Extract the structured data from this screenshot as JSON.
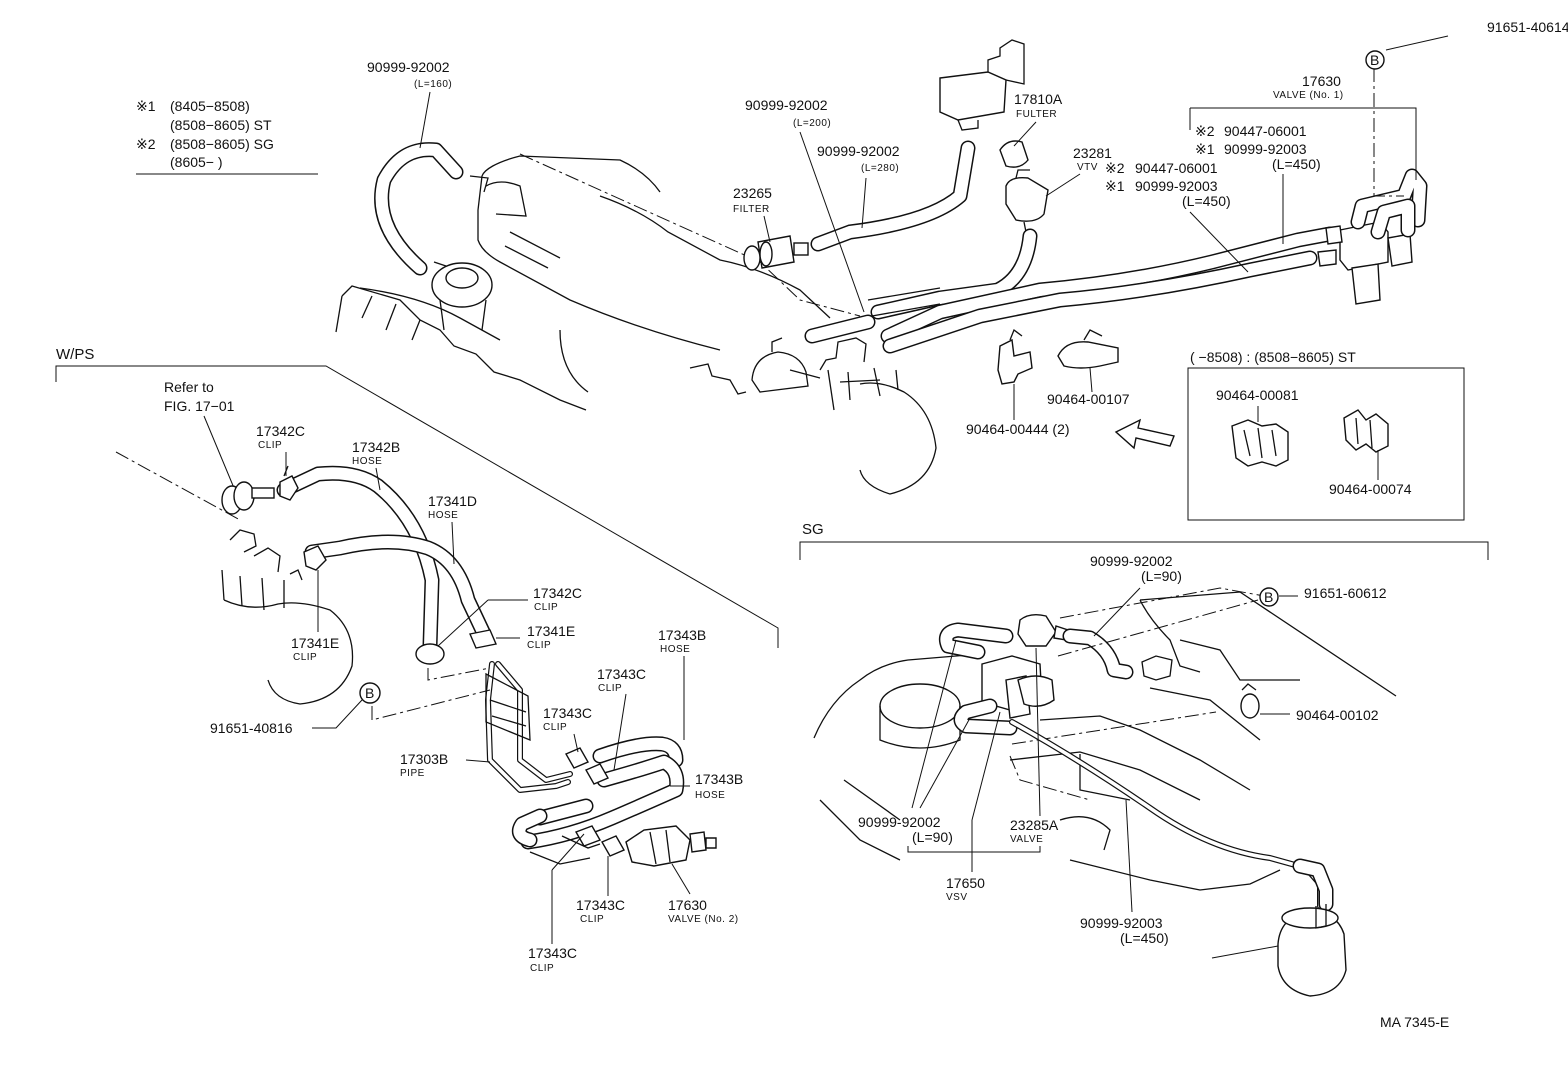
{
  "legend": {
    "row1": {
      "mark": "※1",
      "text": "(8405−8508)"
    },
    "row2": {
      "mark": "",
      "text": "(8508−8605) ST"
    },
    "row3": {
      "mark": "※2",
      "text": "(8508−8605) SG"
    },
    "row4": {
      "mark": "",
      "text": "(8605−        )"
    }
  },
  "sections": {
    "wps": "W/PS",
    "sg": "SG"
  },
  "reference": {
    "line1": "Refer to",
    "line2": "FIG. 17−01"
  },
  "inset": {
    "heading": "(        −8508) : (8508−8605) ST"
  },
  "circle_b": "B",
  "drawing_no": "MA 7345-E",
  "labels": {
    "hose_160": {
      "num": "90999-92002",
      "sub": "(L=160)"
    },
    "hose_200": {
      "num": "90999-92002",
      "sub": "(L=200)"
    },
    "hose_280": {
      "num": "90999-92002",
      "sub": "(L=280)"
    },
    "filter_23265": {
      "num": "23265",
      "sub": "FILTER"
    },
    "fulter_17810a": {
      "num": "17810A",
      "sub": "FULTER"
    },
    "vtv_23281": {
      "num": "23281",
      "sub": "VTV"
    },
    "mid_ref1": {
      "mark": "※2",
      "num": "90447-06001"
    },
    "mid_ref2": {
      "mark": "※1",
      "num": "90999-92003",
      "sub": "(L=450)"
    },
    "right_ref1": {
      "mark": "※2",
      "num": "90447-06001"
    },
    "right_ref2": {
      "mark": "※1",
      "num": "90999-92003",
      "sub": "(L=450)"
    },
    "valve_17630": {
      "num": "17630",
      "sub": "VALVE (No. 1)"
    },
    "part_91651_40614": {
      "num": "91651-40614"
    },
    "clip_90464_00107": {
      "num": "90464-00107"
    },
    "clip_90464_00444": {
      "num": "90464-00444 (2)"
    },
    "clip_90464_00081": {
      "num": "90464-00081"
    },
    "clip_90464_00074": {
      "num": "90464-00074"
    },
    "clip_17342c_a": {
      "num": "17342C",
      "sub": "CLIP"
    },
    "hose_17342b": {
      "num": "17342B",
      "sub": "HOSE"
    },
    "hose_17341d": {
      "num": "17341D",
      "sub": "HOSE"
    },
    "clip_17342c_b": {
      "num": "17342C",
      "sub": "CLIP"
    },
    "clip_17341e_a": {
      "num": "17341E",
      "sub": "CLIP"
    },
    "clip_17341e_b": {
      "num": "17341E",
      "sub": "CLIP"
    },
    "part_91651_40816": {
      "num": "91651-40816"
    },
    "hose_17343b_a": {
      "num": "17343B",
      "sub": "HOSE"
    },
    "clip_17343c_a": {
      "num": "17343C",
      "sub": "CLIP"
    },
    "clip_17343c_b": {
      "num": "17343C",
      "sub": "CLIP"
    },
    "pipe_17303b": {
      "num": "17303B",
      "sub": "PIPE"
    },
    "hose_17343b_b": {
      "num": "17343B",
      "sub": "HOSE"
    },
    "clip_17343c_c": {
      "num": "17343C",
      "sub": "CLIP"
    },
    "valve_17630_2": {
      "num": "17630",
      "sub": "VALVE (No. 2)"
    },
    "clip_17343c_d": {
      "num": "17343C",
      "sub": "CLIP"
    },
    "sg_hose_90": {
      "num": "90999-92002",
      "sub": "(L=90)"
    },
    "sg_91651_60612": {
      "num": "91651-60612"
    },
    "sg_90464_00102": {
      "num": "90464-00102"
    },
    "sg_hose_90b": {
      "num": "90999-92002",
      "sub": "(L=90)"
    },
    "sg_valve_23285a": {
      "num": "23285A",
      "sub": "VALVE"
    },
    "sg_vsv_17650": {
      "num": "17650",
      "sub": "VSV"
    },
    "sg_hose_450": {
      "num": "90999-92003",
      "sub": "(L=450)"
    }
  }
}
